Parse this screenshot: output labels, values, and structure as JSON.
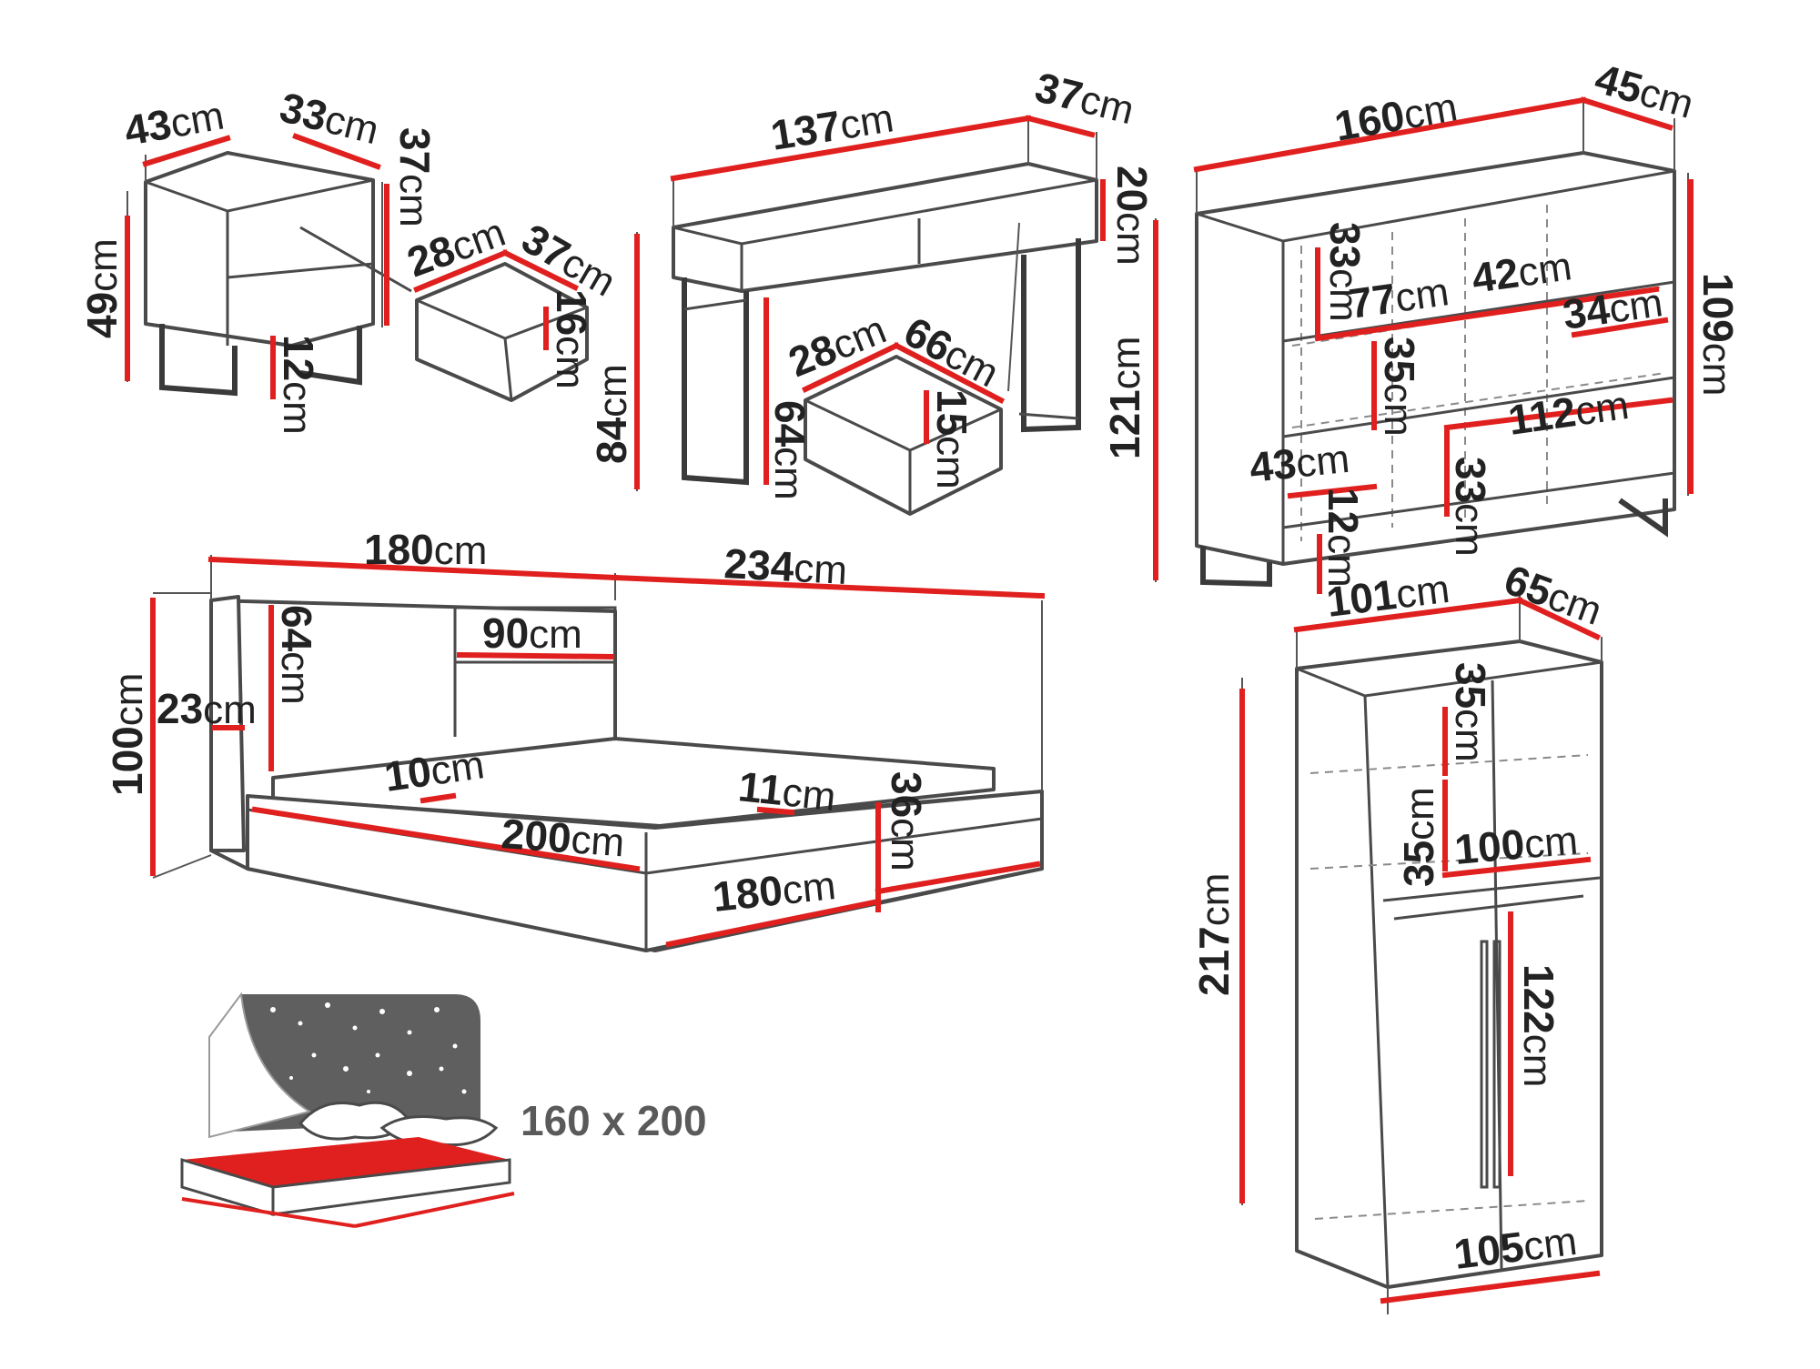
{
  "colors": {
    "accent": "#e0201e",
    "outline": "#4a4a4a",
    "text": "#222222",
    "night": "#5f5f5f"
  },
  "unit": "cm",
  "nightstand": {
    "width": "43",
    "depth": "33",
    "height": "49",
    "leg": "12",
    "top_depth": "37",
    "drawer_width": "28",
    "drawer_depth": "37",
    "drawer_height": "16"
  },
  "console": {
    "width": "137",
    "depth": "37",
    "drawer_front": "20",
    "height": "84",
    "leg": "64",
    "drawer_width": "28",
    "drawer_depth": "66",
    "drawer_height": "15"
  },
  "sideboard": {
    "width": "160",
    "depth": "45",
    "height_total": "121",
    "height_body": "109",
    "shelf_top_h": "33",
    "inner_w1": "77",
    "inner_w2": "42",
    "shelf_right_h": "34",
    "shelf_mid_h": "35",
    "inner_w3": "112",
    "shelf_bottom_w": "43",
    "shelf_bottom_h": "33",
    "leg": "12"
  },
  "bed": {
    "width": "180",
    "total_width": "234",
    "height": "100",
    "headboard_h": "64",
    "side_w": "23",
    "panel_w": "90",
    "frame_w": "10",
    "frame_w2": "11",
    "length": "200",
    "frame_h": "36",
    "foot_w": "180"
  },
  "wardrobe": {
    "width": "101",
    "depth": "65",
    "height": "217",
    "shelf_top": "35",
    "shelf_mid": "35",
    "inner_w": "100",
    "hang": "122",
    "base_w": "105"
  },
  "mattress": {
    "size": "160 x 200"
  }
}
